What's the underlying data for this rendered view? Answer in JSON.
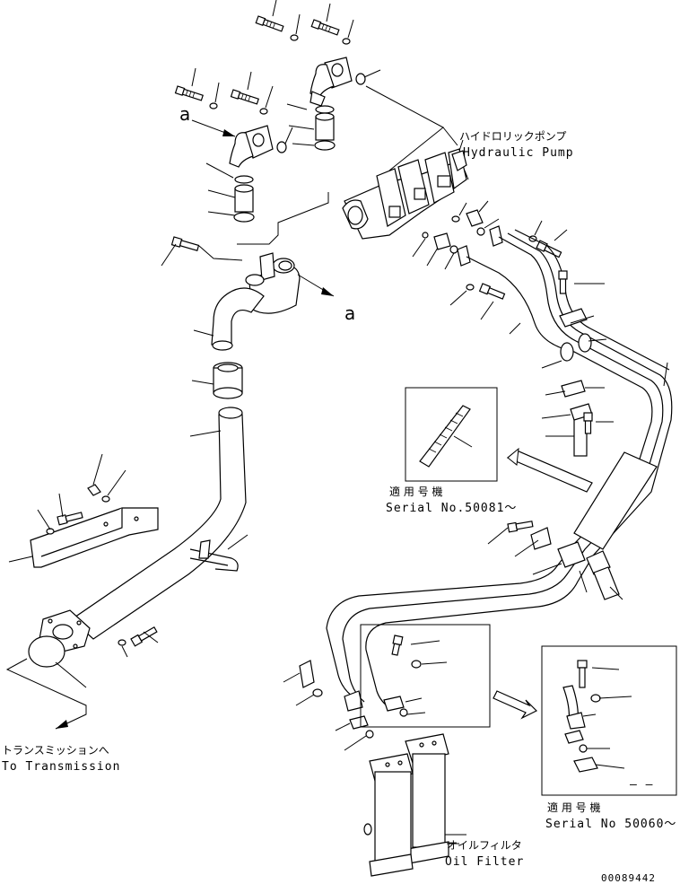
{
  "labels": {
    "hydraulic_pump_jp": "ハイドロリックポンプ",
    "hydraulic_pump_en": "Hydraulic Pump",
    "serial_1_jp": "適 用 号 機",
    "serial_1_en": "Serial No.50081〜",
    "serial_2_jp": "適 用 号 機",
    "serial_2_en": "Serial No 50060〜",
    "transmission_jp": "トランスミッションへ",
    "transmission_en": "To Transmission",
    "oil_filter_jp": "オイルフィルタ",
    "oil_filter_en": "Oil Filter",
    "ref_a_top": "a",
    "ref_a_right": "a",
    "dash_mark": "— —",
    "drawing_number": "00089442"
  }
}
